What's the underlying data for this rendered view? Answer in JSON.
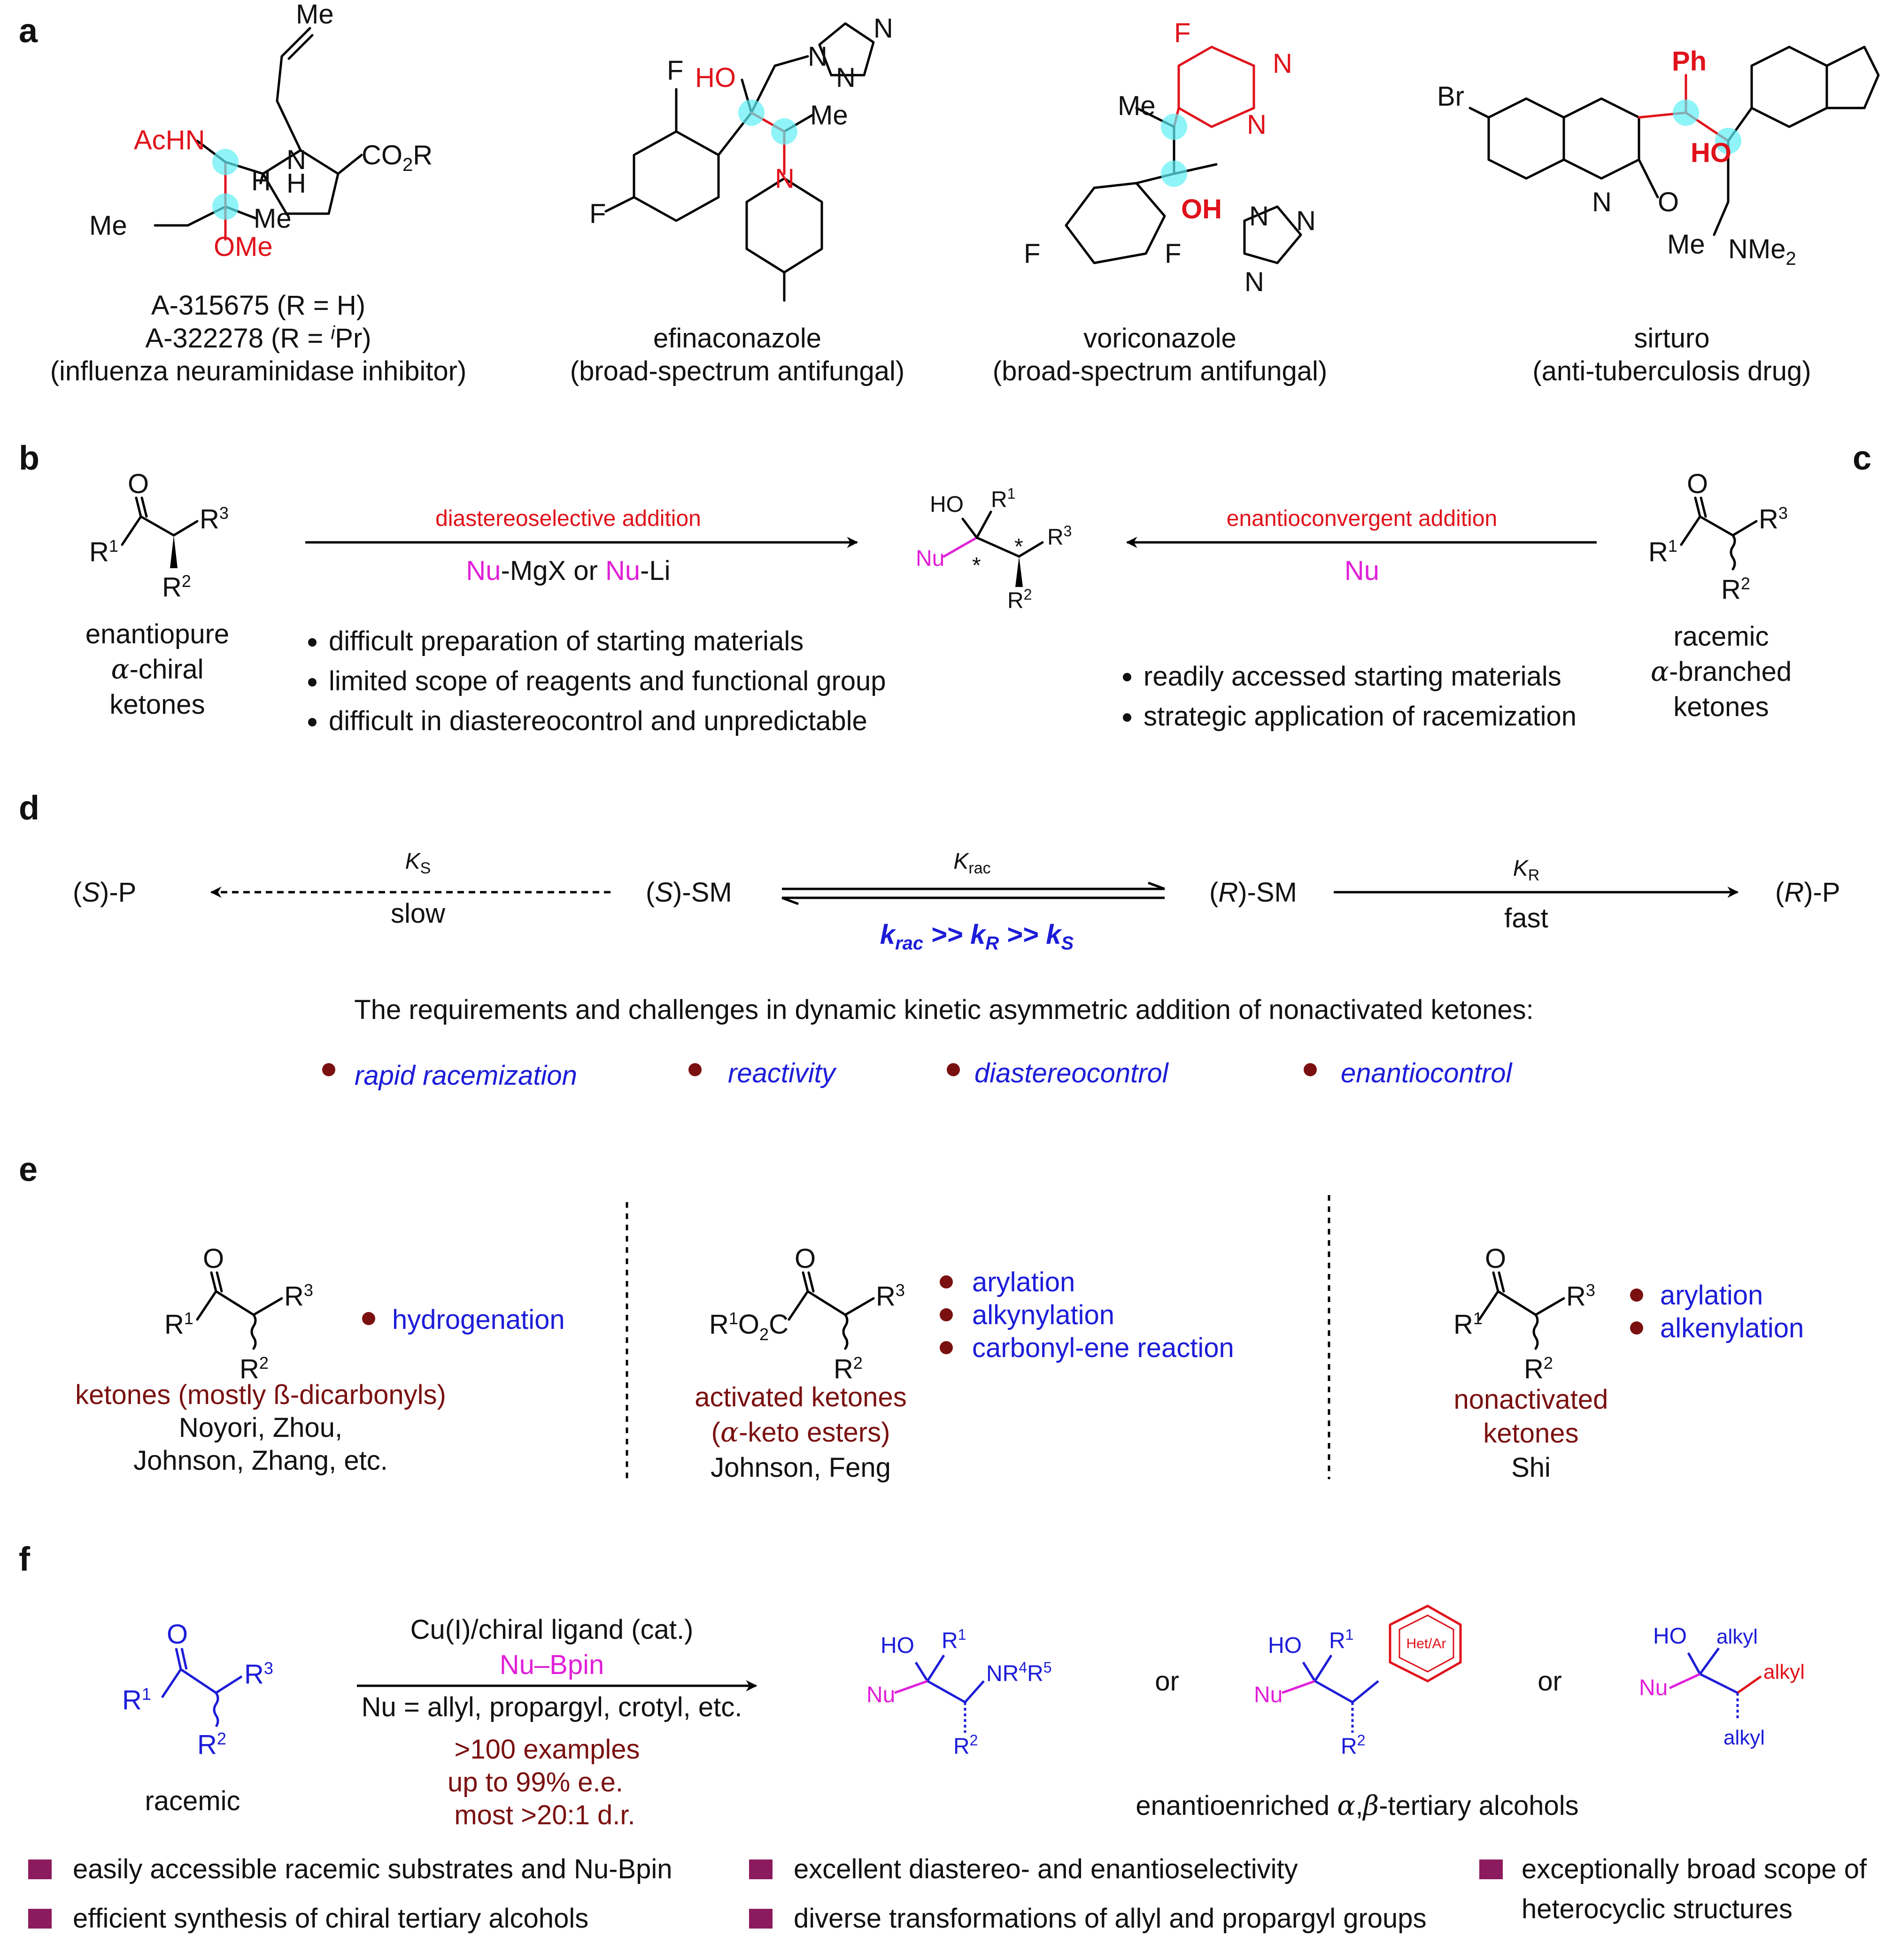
{
  "panels": {
    "a": "a",
    "b": "b",
    "c": "c",
    "d": "d",
    "e": "e",
    "f": "f"
  },
  "panel_a": {
    "cmp1": {
      "name1": "A-315675 (R = H)",
      "name2": "A-322278 (R = ",
      "name2_sup": "i",
      "name2_end": "Pr)",
      "desc": "(influenza neuraminidase inhibitor)",
      "atoms": {
        "achn": "AcHN",
        "h1": "H",
        "h2": "H",
        "n": "N",
        "co2r": "CO",
        "co2r_sub": "2",
        "co2r_end": "R",
        "me_top": "Me",
        "me_left": "Me",
        "me_right": "Me",
        "ome": "OMe"
      }
    },
    "cmp2": {
      "name": "efinaconazole",
      "desc": "(broad-spectrum antifungal)",
      "atoms": {
        "f1": "F",
        "f2": "F",
        "ho": "HO",
        "me": "Me",
        "n": "N",
        "tz1": "N",
        "tz2": "N",
        "tz3": "N"
      }
    },
    "cmp3": {
      "name": "voriconazole",
      "desc": "(broad-spectrum antifungal)",
      "atoms": {
        "f_top": "F",
        "n1": "N",
        "n2": "N",
        "me": "Me",
        "oh": "OH",
        "f1": "F",
        "f2": "F",
        "tz1": "N",
        "tz2": "N",
        "tz3": "N"
      }
    },
    "cmp4": {
      "name": "sirturo",
      "desc": "(anti-tuberculosis drug)",
      "atoms": {
        "br": "Br",
        "ph": "Ph",
        "ho": "HO",
        "n": "N",
        "o": "O",
        "me": "Me",
        "nme": "NMe",
        "nme_sub": "2"
      }
    }
  },
  "panel_b": {
    "arrow_top": "diastereoselective addition",
    "arrow_bottom_1": "Nu",
    "arrow_bottom_2": "-MgX or ",
    "arrow_bottom_3": "Nu",
    "arrow_bottom_4": "-Li",
    "sm_label": [
      "enantiopure",
      "-chiral",
      "ketones"
    ],
    "alpha": "α",
    "bullets": [
      "difficult preparation of starting materials",
      "limited scope of reagents and functional group",
      "difficult in diastereocontrol and unpredictable"
    ]
  },
  "center_product": {
    "ho": "HO",
    "r1": "R",
    "r1_sup": "1",
    "nu": "Nu",
    "r3": "R",
    "r3_sup": "3",
    "r2": "R",
    "r2_sup": "2",
    "star": "*"
  },
  "panel_c": {
    "arrow_top": "enantioconvergent addition",
    "arrow_bottom": "Nu",
    "sm_label": [
      "racemic",
      "-branched",
      "ketones"
    ],
    "alpha": "α",
    "bullets": [
      "readily accessed starting materials",
      "strategic application of racemization"
    ]
  },
  "ketone_atoms": {
    "o": "O",
    "r1": "R",
    "r1_sup": "1",
    "r2": "R",
    "r2_sup": "2",
    "r3": "R",
    "r3_sup": "3"
  },
  "panel_d": {
    "sp_left": "(",
    "sp_s": "S",
    "sp_right": ")-P",
    "ssm_1": "(",
    "ssm_s": "S",
    "ssm_2": ")-SM",
    "rsm_1": "(",
    "rsm_r": "R",
    "rsm_2": ")-SM",
    "rp_1": "(",
    "rp_r": "R",
    "rp_2": ")-P",
    "ks": "K",
    "ks_sub": "S",
    "slow": "slow",
    "krac": "K",
    "krac_sub": "rac",
    "kr": "K",
    "kr_sub": "R",
    "fast": "fast",
    "rate_k": "k",
    "rate_rac": "rac",
    "rate_gt1": " >> ",
    "rate_k2": "k",
    "rate_r": "R",
    "rate_gt2": " >> ",
    "rate_k3": "k",
    "rate_s": "S",
    "requirements": "The requirements and challenges in dynamic kinetic asymmetric addition of nonactivated ketones:",
    "challenges": [
      "rapid racemization",
      "reactivity",
      "diastereocontrol",
      "enantiocontrol"
    ]
  },
  "panel_e": {
    "col1": {
      "reaction": "hydrogenation",
      "title": "ketones (mostly ß-dicarbonyls)",
      "authors": [
        "Noyori, Zhou,",
        "Johnson, Zhang, etc."
      ]
    },
    "col2": {
      "reactions": [
        "arylation",
        "alkynylation",
        "carbonyl-ene reaction"
      ],
      "title1": "activated ketones",
      "title2_a": "(",
      "title2_alpha": "α",
      "title2_b": "-keto esters)",
      "authors": "Johnson, Feng",
      "r1o2c": "R",
      "r1o2c_sup": "1",
      "r1o2c_end": "O",
      "r1o2c_sub": "2",
      "r1o2c_c": "C"
    },
    "col3": {
      "reactions": [
        "arylation",
        "alkenylation"
      ],
      "title": [
        "nonactivated",
        "ketones"
      ],
      "authors": "Shi"
    }
  },
  "panel_f": {
    "cond1": "Cu(I)/chiral ligand (cat.)",
    "cond2": "Nu–Bpin",
    "cond3": "Nu = allyl, propargyl, crotyl, etc.",
    "stats": [
      ">100 examples",
      "up to 99% e.e.",
      "most >20:1 d.r."
    ],
    "racemic": "racemic",
    "or": "or",
    "prod1": {
      "ho": "HO",
      "r1": "R",
      "r1_sup": "1",
      "nu": "Nu",
      "nr": "NR",
      "nr_sup1": "4",
      "nr_r": "R",
      "nr_sup2": "5",
      "r2": "R",
      "r2_sup": "2"
    },
    "prod2": {
      "ho": "HO",
      "r1": "R",
      "r1_sup": "1",
      "nu": "Nu",
      "het": "Het/Ar",
      "r2": "R",
      "r2_sup": "2"
    },
    "prod3": {
      "ho": "HO",
      "alkyl1": "alkyl",
      "nu": "Nu",
      "alkyl2": "alkyl",
      "alkyl3": "alkyl"
    },
    "product_label_1": "enantioenriched ",
    "product_label_alpha": "α",
    "product_label_comma": ",",
    "product_label_beta": "β",
    "product_label_2": "-tertiary alcohols",
    "features": [
      "easily accessible racemic substrates and Nu-Bpin",
      "efficient synthesis of chiral tertiary alcohols",
      "excellent diastereo- and enantioselectivity",
      "diverse transformations of allyl and propargyl groups",
      "exceptionally broad scope of",
      "heterocyclic structures"
    ]
  },
  "colors": {
    "blue": "#1c1cd8",
    "red": "#e0121b",
    "magenta": "#e020d8",
    "brown": "#7a1010",
    "highlight": "#5ff0f5",
    "feature_square": "#8b1a5e"
  }
}
